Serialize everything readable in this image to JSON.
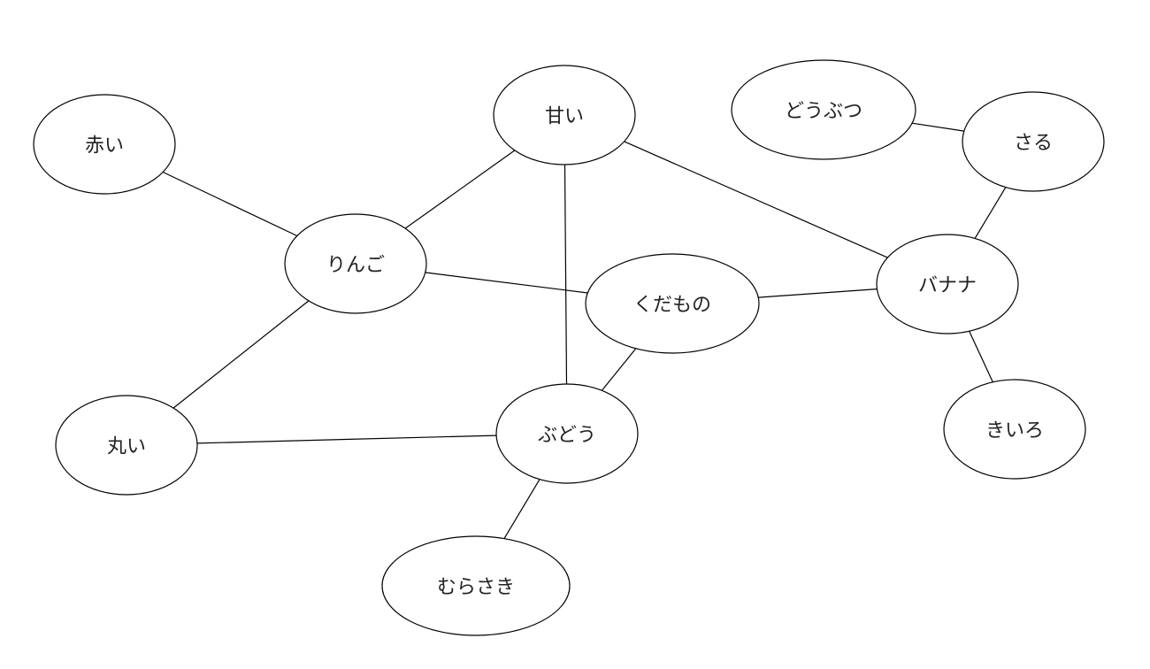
{
  "diagram": {
    "nodes": [
      {
        "id": "akai",
        "label": "赤い"
      },
      {
        "id": "amai",
        "label": "甘い"
      },
      {
        "id": "doubutsu",
        "label": "どうぶつ"
      },
      {
        "id": "saru",
        "label": "さる"
      },
      {
        "id": "ringo",
        "label": "りんご"
      },
      {
        "id": "kudamono",
        "label": "くだもの"
      },
      {
        "id": "banana",
        "label": "バナナ"
      },
      {
        "id": "marui",
        "label": "丸い"
      },
      {
        "id": "budou",
        "label": "ぶどう"
      },
      {
        "id": "kiiro",
        "label": "きいろ"
      },
      {
        "id": "murasaki",
        "label": "むらさき"
      }
    ],
    "edges": [
      [
        "akai",
        "ringo"
      ],
      [
        "amai",
        "ringo"
      ],
      [
        "amai",
        "budou"
      ],
      [
        "amai",
        "banana"
      ],
      [
        "doubutsu",
        "saru"
      ],
      [
        "saru",
        "banana"
      ],
      [
        "ringo",
        "kudamono"
      ],
      [
        "ringo",
        "marui"
      ],
      [
        "kudamono",
        "banana"
      ],
      [
        "kudamono",
        "budou"
      ],
      [
        "banana",
        "kiiro"
      ],
      [
        "marui",
        "budou"
      ],
      [
        "budou",
        "murasaki"
      ]
    ]
  }
}
